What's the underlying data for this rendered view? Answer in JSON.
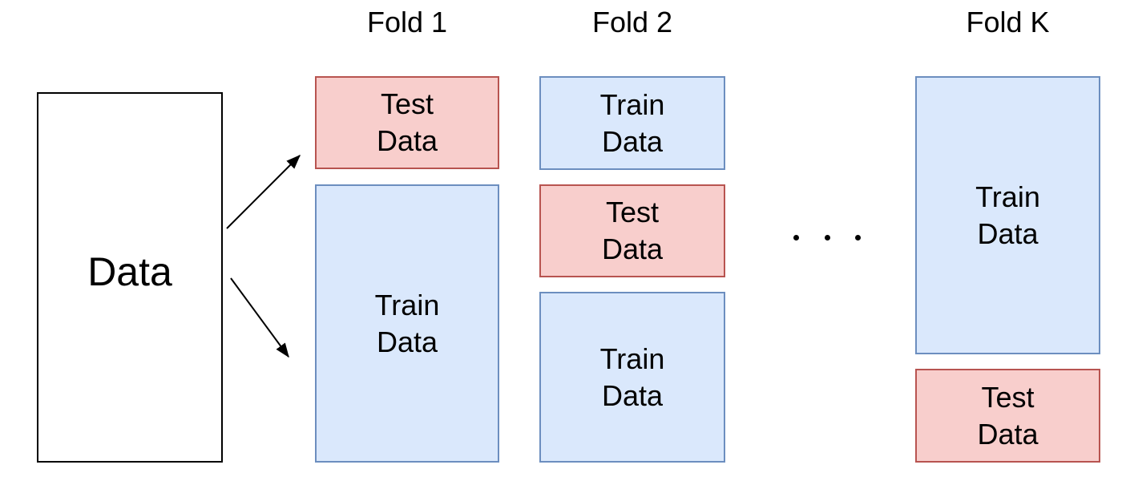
{
  "diagram": {
    "source_box": {
      "label": "Data"
    },
    "folds": [
      {
        "title": "Fold 1",
        "boxes": [
          {
            "kind": "test",
            "lines": [
              "Test",
              "Data"
            ]
          },
          {
            "kind": "train",
            "lines": [
              "Train",
              "Data"
            ]
          }
        ]
      },
      {
        "title": "Fold 2",
        "boxes": [
          {
            "kind": "train",
            "lines": [
              "Train",
              "Data"
            ]
          },
          {
            "kind": "test",
            "lines": [
              "Test",
              "Data"
            ]
          },
          {
            "kind": "train",
            "lines": [
              "Train",
              "Data"
            ]
          }
        ]
      },
      {
        "title": "Fold K",
        "boxes": [
          {
            "kind": "train",
            "lines": [
              "Train",
              "Data"
            ]
          },
          {
            "kind": "test",
            "lines": [
              "Test",
              "Data"
            ]
          }
        ]
      }
    ],
    "ellipsis": {
      "dot_count": 3
    },
    "colors": {
      "test_fill": "#f8cecc",
      "test_border": "#b85450",
      "train_fill": "#dae8fc",
      "train_border": "#6c8ebf",
      "source_fill": "#ffffff",
      "source_border": "#000000",
      "arrow": "#000000",
      "text": "#000000",
      "background": "#ffffff"
    }
  }
}
